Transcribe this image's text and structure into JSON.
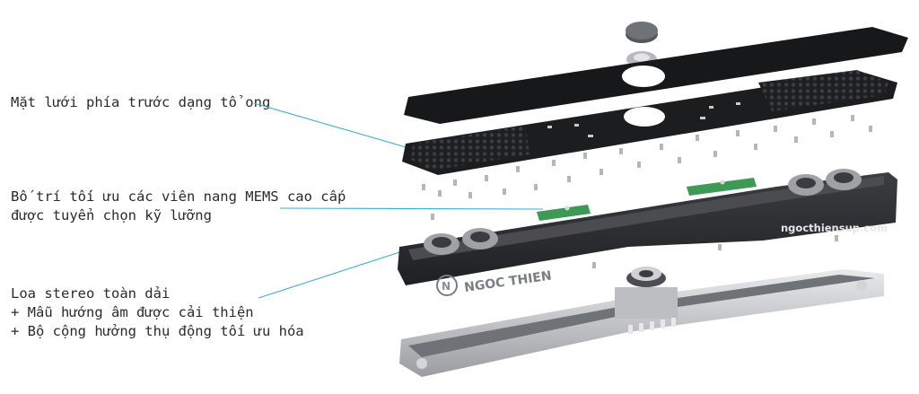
{
  "labels": {
    "front_mesh": "Mặt lưới phía trước dạng tổ ong",
    "mems_line1": "Bố trí tối ưu các viên nang MEMS cao cấp",
    "mems_line2": "được tuyển chọn kỹ lưỡng",
    "speaker_line1": "Loa stereo toàn dải",
    "speaker_line2": "+ Mẫu hướng âm được cải thiện",
    "speaker_line3": "+ Bộ cộng hưởng thụ động tối ưu hóa"
  },
  "watermark": "ngocthiensup.com",
  "logo_text": "NGOC THIEN",
  "colors": {
    "leader_line": "#3aaed0",
    "body_dark": "#2f3134",
    "pcb_green": "#3c9a55"
  }
}
